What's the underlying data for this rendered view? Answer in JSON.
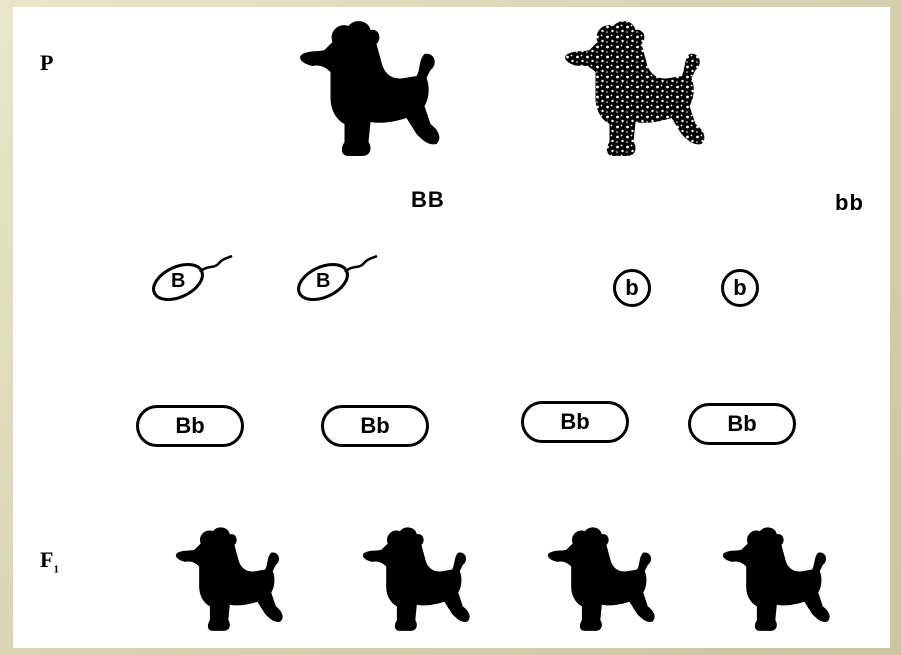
{
  "labels": {
    "parental": "P",
    "f1_main": "F",
    "f1_sub": "1"
  },
  "parents": {
    "black_genotype": "BB",
    "white_genotype": "bb"
  },
  "gametes": {
    "sperm": [
      "B",
      "B"
    ],
    "eggs": [
      "b",
      "b"
    ]
  },
  "offspring_genotypes": [
    "Bb",
    "Bb",
    "Bb",
    "Bb"
  ],
  "colors": {
    "background_frame": "#d8d4b3",
    "slide": "#ffffff",
    "ink": "#000000"
  },
  "icons": {
    "poodle_black": "black-poodle-icon",
    "poodle_white": "speckled-poodle-icon"
  }
}
